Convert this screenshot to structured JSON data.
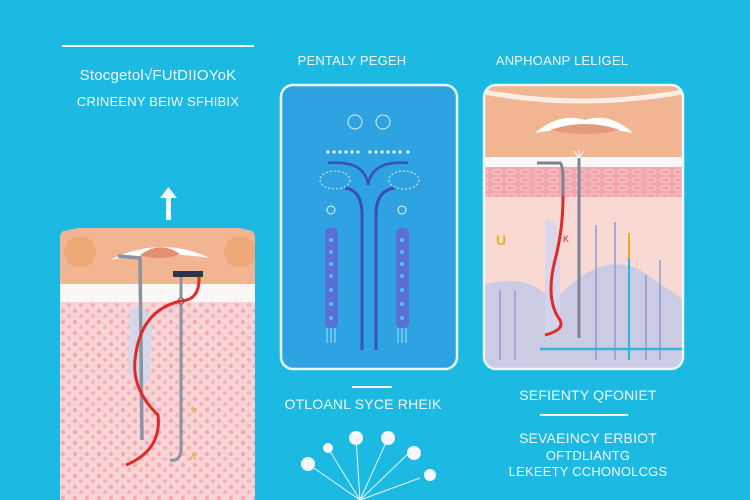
{
  "left": {
    "heading_line1": "Stocgetol√FUtDIIOYoK",
    "heading_line2": "CRINEENY BEIW SFHIBIX"
  },
  "middle": {
    "title": "PENTALY PEGEH",
    "caption": "OTLOANL SYCE RHEIK"
  },
  "right": {
    "title": "ANPHOANP LELIGEL",
    "caption_title": "SEFIENTY QFONIET",
    "caption_line1": "SEVAEINCY ERBIOT",
    "caption_line2": "OFTDLIANTG",
    "caption_line3": "LEKEETY CCHONOLCGS"
  },
  "colors": {
    "background": "#1cb9e3",
    "panel_blue": "#2fa3e2",
    "skin": "#f2b592",
    "tissue_pink": "#f7c9cc",
    "wire_red": "#e02a2a",
    "device_purple": "#5a6fd6"
  }
}
